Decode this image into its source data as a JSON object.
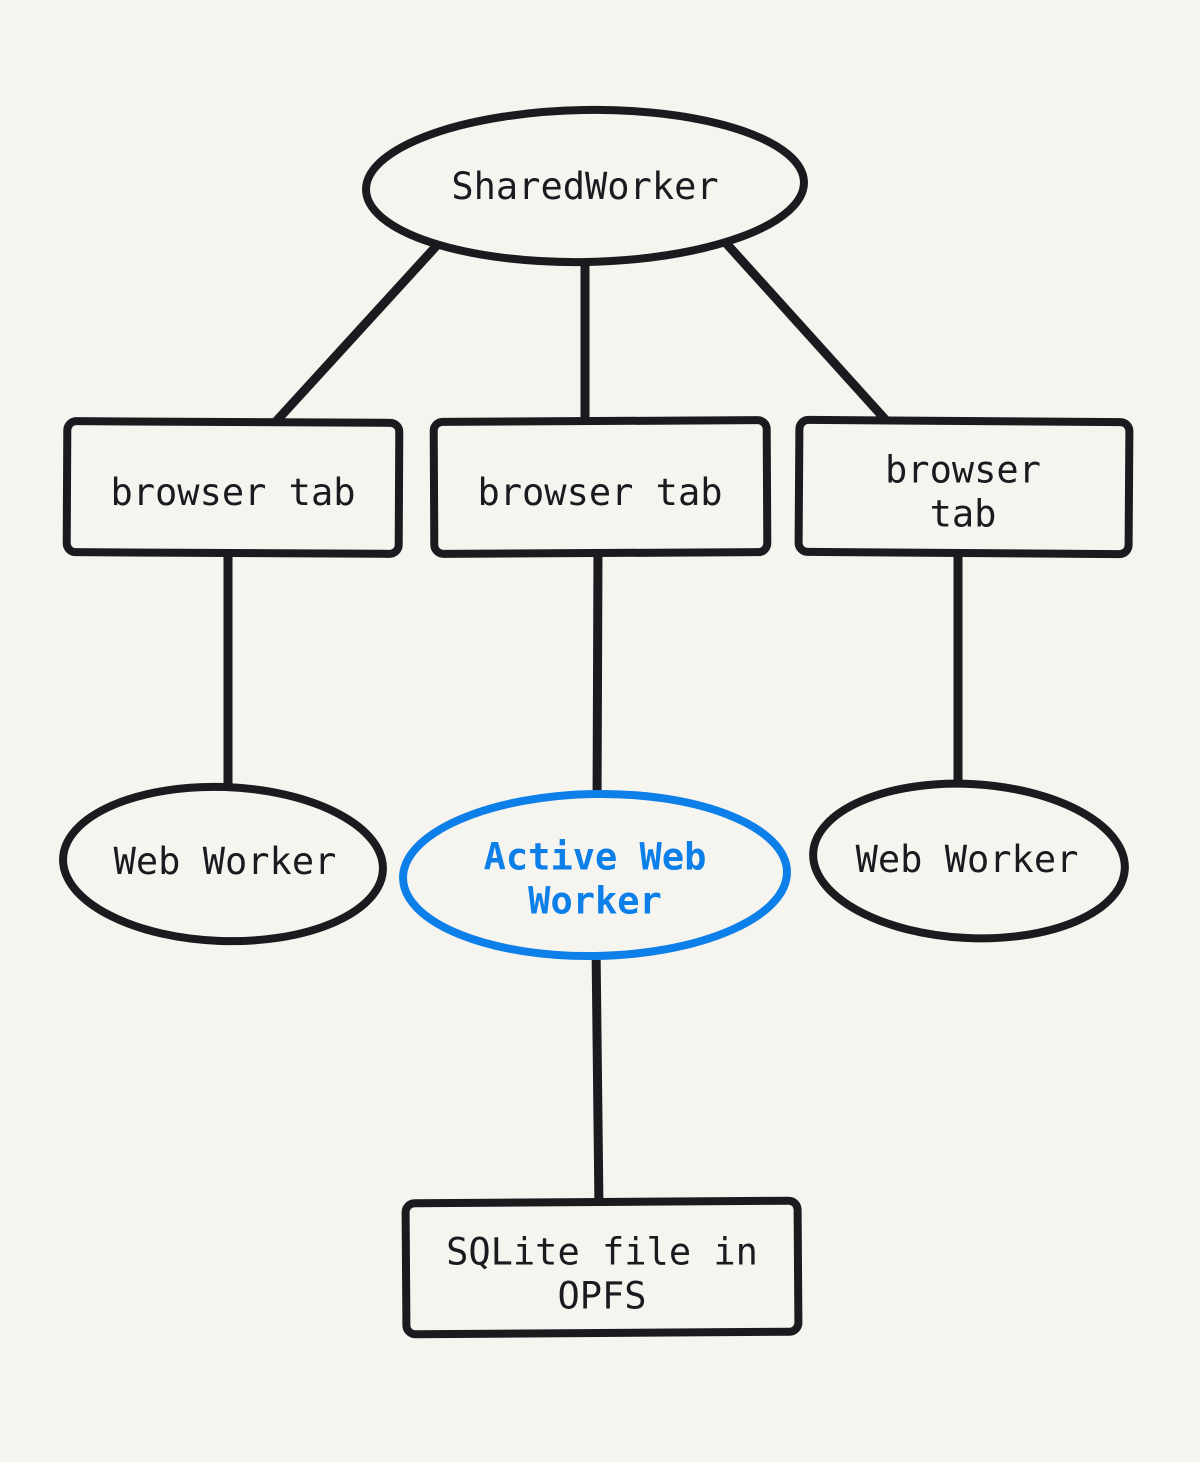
{
  "diagram": {
    "colors": {
      "background": "#f6f4ef",
      "ink": "#1a1a1f",
      "accent": "#0d7fe8"
    },
    "nodes": {
      "shared_worker": {
        "label": "SharedWorker",
        "shape": "ellipse"
      },
      "browser_tab_1": {
        "label": "browser tab",
        "shape": "rectangle"
      },
      "browser_tab_2": {
        "label": "browser tab",
        "shape": "rectangle"
      },
      "browser_tab_3": {
        "label": "browser tab",
        "shape": "rectangle"
      },
      "web_worker_left": {
        "label": "Web Worker",
        "shape": "ellipse"
      },
      "active_web_worker": {
        "label": "Active Web\nWorker",
        "shape": "ellipse",
        "highlighted": true
      },
      "web_worker_right": {
        "label": "Web Worker",
        "shape": "ellipse"
      },
      "sqlite_file": {
        "label": "SQLite file in\nOPFS",
        "shape": "rectangle"
      }
    },
    "edges": [
      {
        "from": "shared_worker",
        "to": "browser_tab_1"
      },
      {
        "from": "shared_worker",
        "to": "browser_tab_2"
      },
      {
        "from": "shared_worker",
        "to": "browser_tab_3"
      },
      {
        "from": "browser_tab_1",
        "to": "web_worker_left"
      },
      {
        "from": "browser_tab_2",
        "to": "active_web_worker"
      },
      {
        "from": "browser_tab_3",
        "to": "web_worker_right"
      },
      {
        "from": "active_web_worker",
        "to": "sqlite_file"
      }
    ]
  }
}
